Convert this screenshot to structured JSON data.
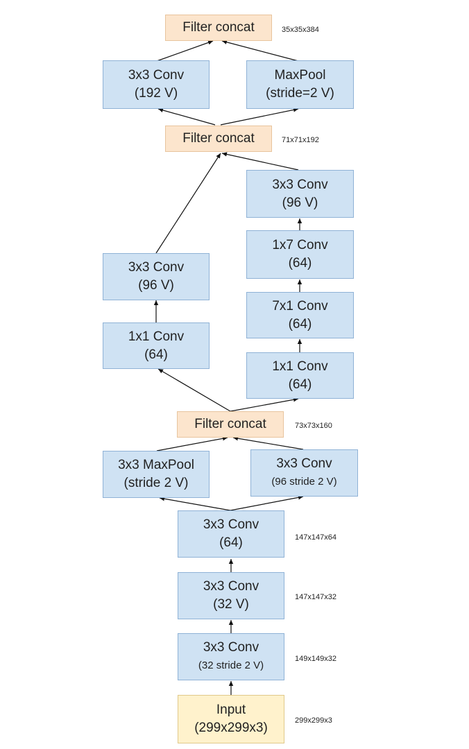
{
  "nodes": {
    "concat_top": {
      "label": "Filter concat"
    },
    "conv_192": {
      "line1": "3x3 Conv",
      "line2": "(192 V)"
    },
    "maxpool_top": {
      "line1": "MaxPool",
      "line2": "(stride=2 V)"
    },
    "concat_mid": {
      "label": "Filter concat"
    },
    "r_conv3x3_96": {
      "line1": "3x3 Conv",
      "line2": "(96 V)"
    },
    "r_conv1x7": {
      "line1": "1x7 Conv",
      "line2": "(64)"
    },
    "r_conv7x1": {
      "line1": "7x1 Conv",
      "line2": "(64)"
    },
    "r_conv1x1": {
      "line1": "1x1 Conv",
      "line2": "(64)"
    },
    "l_conv3x3_96": {
      "line1": "3x3 Conv",
      "line2": "(96 V)"
    },
    "l_conv1x1": {
      "line1": "1x1 Conv",
      "line2": "(64)"
    },
    "concat_low": {
      "label": "Filter concat"
    },
    "maxpool_low": {
      "line1": "3x3 MaxPool",
      "line2": "(stride 2 V)"
    },
    "conv_96_s2": {
      "line1": "3x3 Conv",
      "line2": "(96 stride 2 V)"
    },
    "conv_64": {
      "line1": "3x3 Conv",
      "line2": "(64)"
    },
    "conv_32v": {
      "line1": "3x3 Conv",
      "line2": "(32 V)"
    },
    "conv_32_s2": {
      "line1": "3x3 Conv",
      "line2": "(32 stride 2 V)"
    },
    "input": {
      "line1": "Input",
      "line2": "(299x299x3)"
    }
  },
  "dims": {
    "concat_top": "35x35x384",
    "concat_mid": "71x71x192",
    "concat_low": "73x73x160",
    "conv_64": "147x147x64",
    "conv_32v": "147x147x32",
    "conv_32_s2": "149x149x32",
    "input": "299x299x3"
  }
}
